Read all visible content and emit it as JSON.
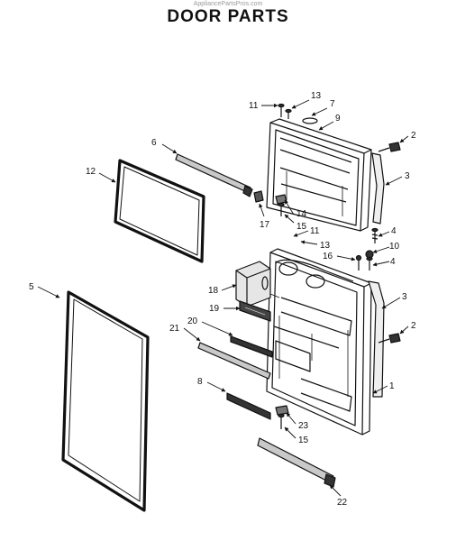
{
  "watermark": "AppliancePartsPros.com",
  "title": "DOOR PARTS",
  "callouts": [
    {
      "id": "c11a",
      "text": "11"
    },
    {
      "id": "c13a",
      "text": "13"
    },
    {
      "id": "c7",
      "text": "7"
    },
    {
      "id": "c9",
      "text": "9"
    },
    {
      "id": "c2a",
      "text": "2"
    },
    {
      "id": "c6",
      "text": "6"
    },
    {
      "id": "c3a",
      "text": "3"
    },
    {
      "id": "c12",
      "text": "12"
    },
    {
      "id": "c14",
      "text": "14"
    },
    {
      "id": "c17",
      "text": "17"
    },
    {
      "id": "c15a",
      "text": "15"
    },
    {
      "id": "c4a",
      "text": "4"
    },
    {
      "id": "c11b",
      "text": "11"
    },
    {
      "id": "c13b",
      "text": "13"
    },
    {
      "id": "c10",
      "text": "10"
    },
    {
      "id": "c16",
      "text": "16"
    },
    {
      "id": "c4b",
      "text": "4"
    },
    {
      "id": "c5",
      "text": "5"
    },
    {
      "id": "c18",
      "text": "18"
    },
    {
      "id": "c3b",
      "text": "3"
    },
    {
      "id": "c19",
      "text": "19"
    },
    {
      "id": "c20",
      "text": "20"
    },
    {
      "id": "c21",
      "text": "21"
    },
    {
      "id": "c2b",
      "text": "2"
    },
    {
      "id": "c8",
      "text": "8"
    },
    {
      "id": "c1",
      "text": "1"
    },
    {
      "id": "c23",
      "text": "23"
    },
    {
      "id": "c15b",
      "text": "15"
    },
    {
      "id": "c22",
      "text": "22"
    }
  ]
}
